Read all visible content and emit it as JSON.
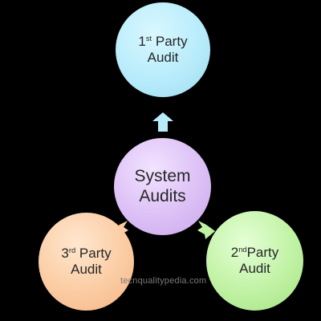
{
  "diagram": {
    "center": {
      "line1": "System",
      "line2": "Audits",
      "color": "#dcc0f6"
    },
    "top": {
      "ordinal_number": "1",
      "ordinal_suffix": "st",
      "word": "Party",
      "line2": "Audit",
      "color": "#b8ecfb"
    },
    "right": {
      "ordinal_number": "2",
      "ordinal_suffix": "nd",
      "word": "Party",
      "line2": "Audit",
      "color": "#c0f2a4"
    },
    "left": {
      "ordinal_number": "3",
      "ordinal_suffix": "rd",
      "word": "Party",
      "line2": "Audit",
      "color": "#fbcca3"
    },
    "arrows": {
      "top_color": "#b8ecfb",
      "right_color": "#c0f2a4",
      "left_color": "#fbcca3"
    },
    "watermark": "tecnqualitypedia.com"
  }
}
